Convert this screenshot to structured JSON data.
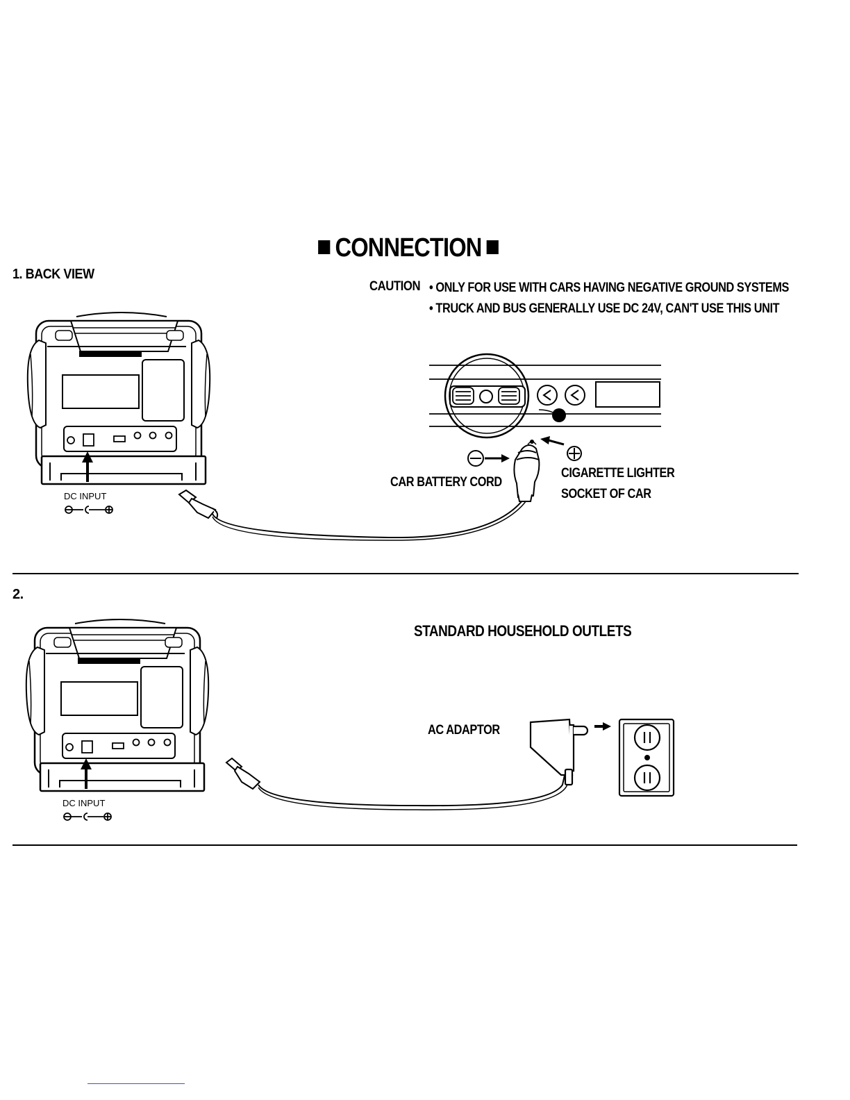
{
  "page": {
    "title": "CONNECTION",
    "section1": {
      "label": "1. BACK VIEW",
      "caution_label": "CAUTION",
      "caution_items": [
        "• ONLY FOR USE WITH CARS HAVING NEGATIVE GROUND SYSTEMS",
        "• TRUCK AND BUS GENERALLY USE DC 24V, CAN'T USE THIS UNIT"
      ],
      "car_battery_cord": "CAR BATTERY CORD",
      "lighter_lines": [
        "CIGARETTE LIGHTER",
        "SOCKET OF CAR"
      ],
      "dc_input": "DC INPUT"
    },
    "section2": {
      "label": "2.",
      "outlets_title": "STANDARD HOUSEHOLD OUTLETS",
      "ac_adaptor": "AC ADAPTOR",
      "dc_input": "DC INPUT"
    }
  }
}
